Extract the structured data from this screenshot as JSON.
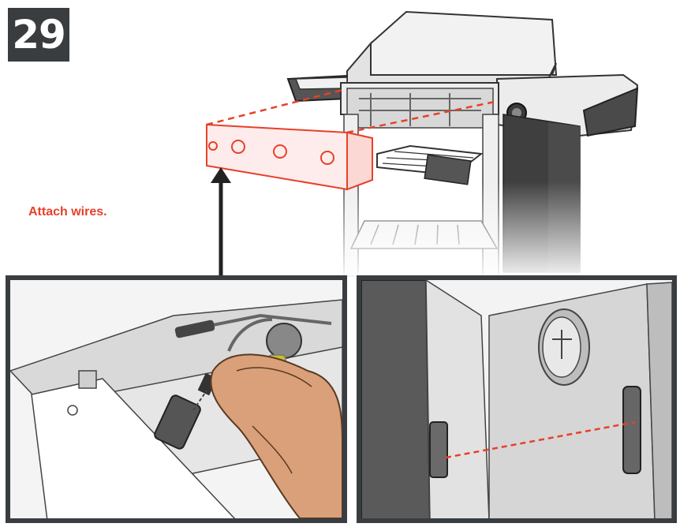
{
  "step": {
    "number": "29"
  },
  "instruction": {
    "text": "Attach wires."
  },
  "colors": {
    "accent": "#e8402a",
    "dark": "#3a3d40",
    "skin": "#d9a07a"
  },
  "icons": [
    "grill-illustration",
    "control-panel",
    "arrow-up-icon",
    "wire-connector",
    "hand",
    "knob-clip"
  ]
}
